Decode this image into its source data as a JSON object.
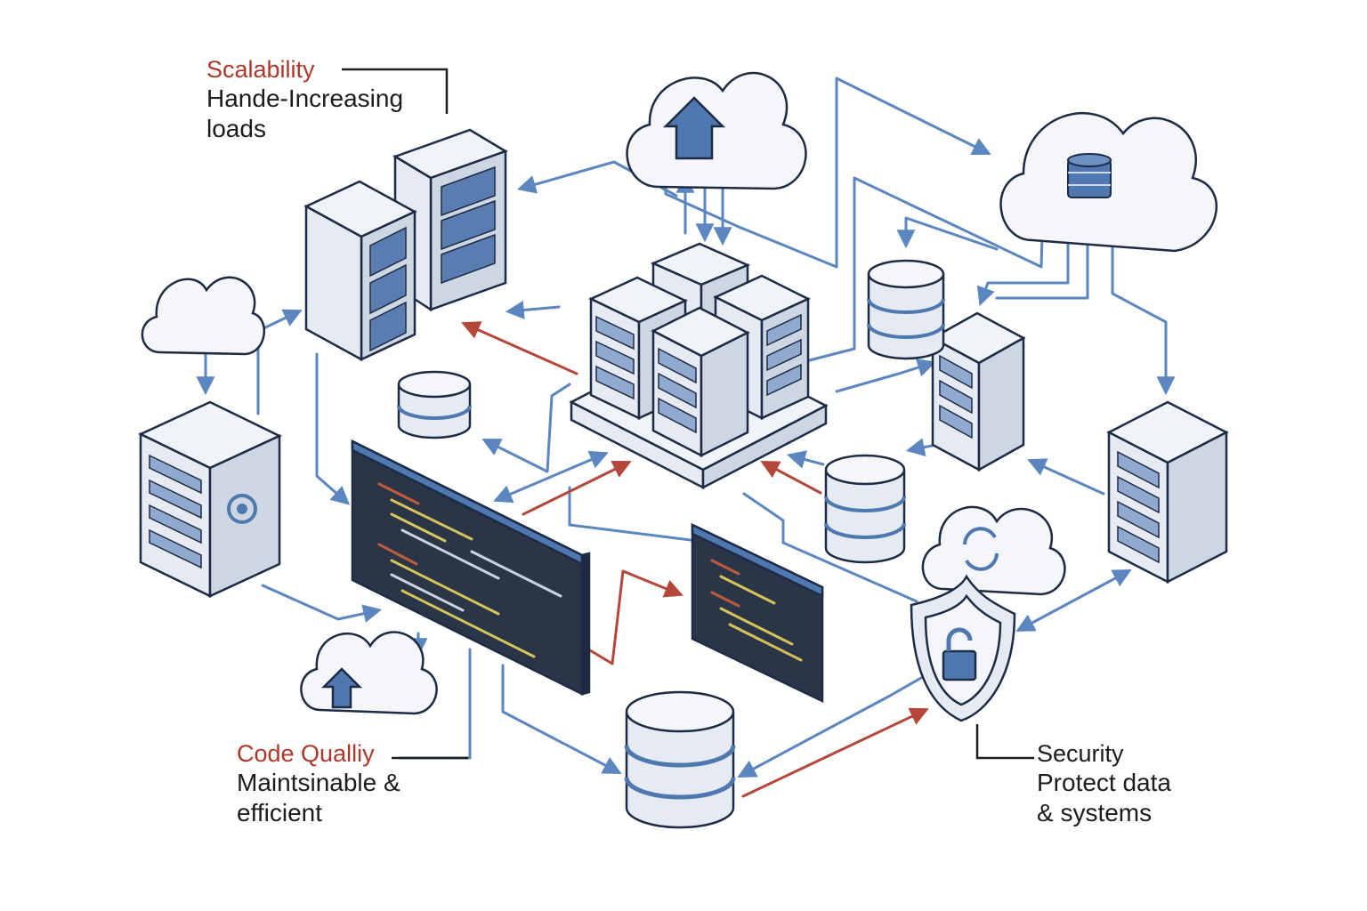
{
  "callouts": {
    "scalability": {
      "title": "Scalability",
      "lines": [
        "Hande-Increasing",
        "loads"
      ]
    },
    "code_quality": {
      "title": "Code Qualliy",
      "lines": [
        "Maintsinable &",
        "efficient"
      ]
    },
    "security": {
      "title": "Security",
      "lines": [
        "Protect data",
        "& systems"
      ]
    }
  },
  "colors": {
    "flow_arrow": "#5b86bf",
    "highlight_arrow": "#b5473a",
    "outline": "#1d2b45",
    "server_face": "#e6ebf3",
    "server_side": "#cdd6e3",
    "server_slot": "#5a7db1",
    "screen_bg": "#2b3548",
    "code_yellow": "#d8c35a",
    "code_red": "#c25a3c",
    "label_red": "#b0362a"
  },
  "icons": {
    "cloud_upload": "cloud-upload-icon",
    "cloud_database": "cloud-database-icon",
    "cloud_sync": "cloud-sync-icon",
    "shield_lock": "shield-lock-icon",
    "database": "database-cylinder-icon",
    "server_rack": "server-rack-icon",
    "code_screen": "code-monitor-icon"
  }
}
